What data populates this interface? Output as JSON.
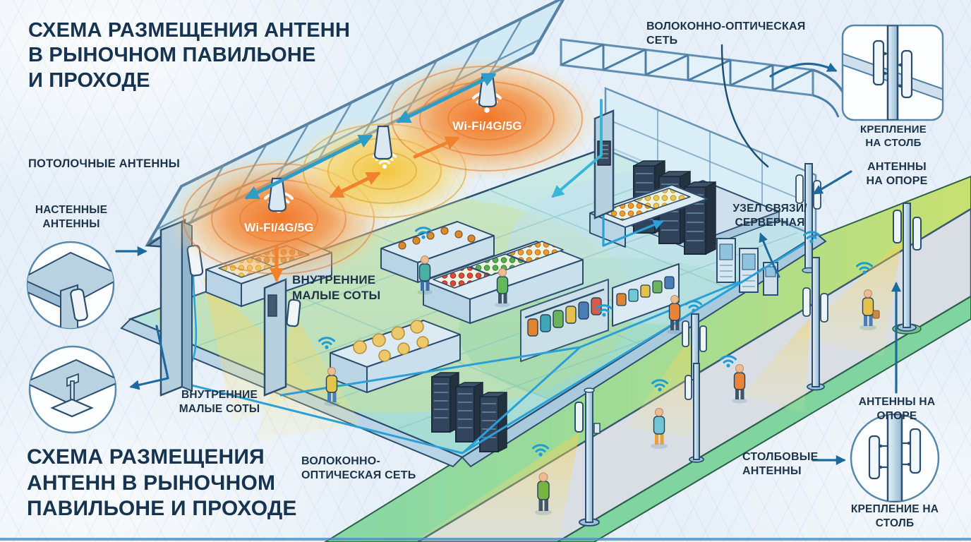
{
  "titles": {
    "top": "СХЕМА РАЗМЕЩЕНИЯ АНТЕНН\nВ РЫНОЧНОМ ПАВИЛЬОНЕ\nИ ПРОХОДЕ",
    "bottom": "СХЕМА РАЗМЕЩЕНИЯ\nАНТЕНН В РЫНОЧНОМ\nПАВИЛЬОНЕ И ПРОХОДЕ"
  },
  "labels": {
    "ceiling_antennas": "ПОТОЛОЧНЫЕ АНТЕННЫ",
    "wall_antennas": "НАСТЕННЫЕ\nАНТЕННЫ",
    "indoor_small_cells_center": "ВНУТРЕННИЕ\nМАЛЫЕ СОТЫ",
    "indoor_small_cells_bottom": "ВНУТРЕННИЕ\nМАЛЫЕ СОТЫ",
    "fiber_optic_top": "ВОЛОКОННО-ОПТИЧЕСКАЯ\nСЕТЬ",
    "fiber_optic_bottom": "ВОЛОКОННО-\nОПТИЧЕСКАЯ СЕТЬ",
    "comm_node": "УЗЕЛ СВЯЗИ/\nСЕРВЕРНАЯ",
    "pole_mount_top": "КРЕПЛЕНИЕ\nНА СТОЛБ",
    "pole_mount_bottom": "КРЕПЛЕНИЕ НА\nСТОЛБ",
    "antennas_on_support_top": "АНТЕННЫ\nНА ОПОРЕ",
    "antennas_on_support_bottom": "АНТЕННЫ НА ОПОРЕ",
    "pole_antennas": "СТОЛБОВЫЕ\nАНТЕННЫ",
    "wifi_left": "Wi-FI/4G/5G",
    "wifi_right": "Wi-Fi/4G/5G"
  },
  "icons": {
    "coverage": "wifi-signal-icon",
    "device": "panel-antenna-icon"
  },
  "colors": {
    "title_navy": "#16334f",
    "label_navy": "#1c3349",
    "arrow_blue": "#1d6a9e",
    "roof_arrow_blue": "#2d9dc8",
    "fiber_blue": "#2aa0d8",
    "coverage_orange": "#f0812e",
    "coverage_yellow": "#f6c332",
    "cone_yellow": "#f7cf4f",
    "grass_green": "#7fd4a0",
    "walkway_gray": "#d8dee4",
    "background": "#e7f0f8"
  }
}
